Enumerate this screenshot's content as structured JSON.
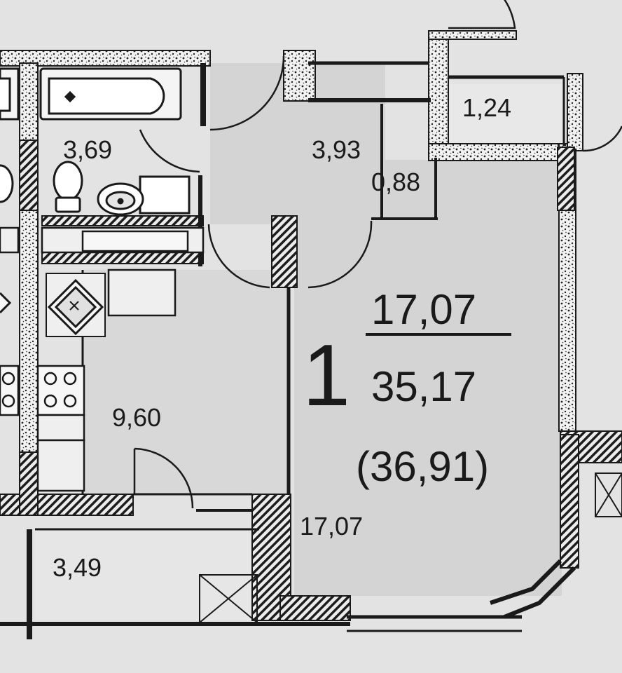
{
  "plan": {
    "apartment": {
      "rooms_count": "1",
      "living_area": "17,07",
      "total_area": "35,17",
      "total_area_with_balcony": "(36,91)"
    },
    "rooms": {
      "bathroom": "3,69",
      "hall": "3,93",
      "closet": "0,88",
      "balcony_top": "1,24",
      "kitchen": "9,60",
      "living_room": "17,07",
      "loggia": "3,49"
    },
    "colors": {
      "background": "#e3e3e3",
      "floor": "#d6d6d6",
      "wall": "#1a1a1a",
      "wall_fill": "#f2f2f2",
      "ink": "#1a1a1a"
    },
    "icons": [
      "bathtub-icon",
      "toilet-icon",
      "washbasin-icon",
      "sink-icon",
      "stove-icon",
      "ventilation-shaft-icon"
    ]
  }
}
